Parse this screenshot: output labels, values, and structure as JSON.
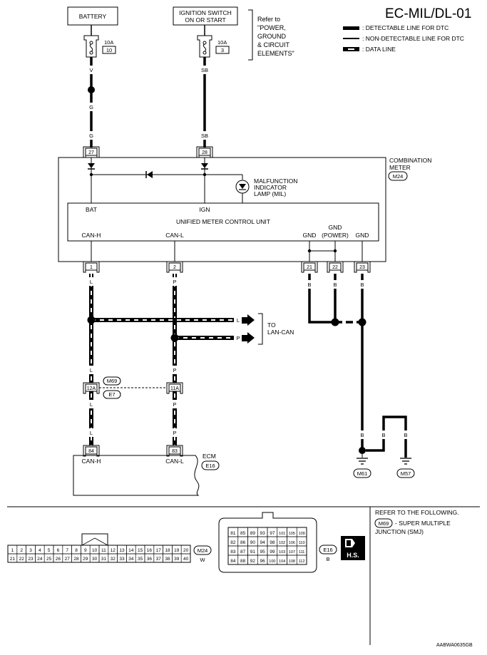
{
  "header": {
    "title": "EC-MIL/DL-01",
    "refer_lines": [
      "Refer to",
      "\"POWER,",
      "GROUND",
      "& CIRCUIT",
      "ELEMENTS\""
    ]
  },
  "legend": {
    "detectable": ": DETECTABLE LINE FOR DTC",
    "non_detectable": ": NON-DETECTABLE LINE FOR DTC",
    "data_line": ": DATA LINE"
  },
  "power": {
    "battery": "BATTERY",
    "ignition_line1": "IGNITION SWITCH",
    "ignition_line2": "ON OR START",
    "fuse1_amp": "10A",
    "fuse1_no": "10",
    "fuse2_amp": "10A",
    "fuse2_no": "3"
  },
  "wires": {
    "v": "V",
    "g1": "G",
    "g2": "G",
    "sb1": "SB",
    "sb2": "SB",
    "l1": "L",
    "l2": "L",
    "l3": "L",
    "l4": "L",
    "l_out": "L",
    "p1": "P",
    "p2": "P",
    "p3": "P",
    "p4": "P",
    "p_out": "P",
    "b1": "B",
    "b2": "B",
    "b3": "B",
    "b4": "B",
    "b5": "B",
    "b6": "B"
  },
  "meter": {
    "label_line1": "COMBINATION",
    "label_line2": "METER",
    "connector": "M24",
    "pin_bat": "27",
    "pin_ign": "28",
    "mil_line1": "MALFUNCTION",
    "mil_line2": "INDICATOR",
    "mil_line3": "LAMP (MIL)",
    "bat": "BAT",
    "ign": "IGN",
    "unit": "UNIFIED METER CONTROL UNIT",
    "can_h": "CAN-H",
    "can_l": "CAN-L",
    "gnd1": "GND",
    "gnd_power_line1": "GND",
    "gnd_power_line2": "(POWER)",
    "gnd2": "GND",
    "pin1": "1",
    "pin2": "2",
    "pin21": "21",
    "pin22": "22",
    "pin23": "23"
  },
  "lan": {
    "to_line1": "TO",
    "to_line2": "LAN-CAN"
  },
  "joint": {
    "m69": "M69",
    "e7": "E7",
    "pin12a": "12A",
    "pin11a": "11A"
  },
  "ecm": {
    "label": "ECM",
    "connector": "E16",
    "pin84": "84",
    "pin83": "83",
    "can_h": "CAN-H",
    "can_l": "CAN-L"
  },
  "grounds": {
    "m61": "M61",
    "m57": "M57"
  },
  "bottom": {
    "m24_conn": "M24",
    "m24_color": "W",
    "e16_conn": "E16",
    "e16_color": "B",
    "hs": "H.S.",
    "refer_title": "REFER TO THE FOLLOWING.",
    "refer_m69": "M69",
    "refer_desc1": "- SUPER MULTIPLE",
    "refer_desc2": "JUNCTION (SMJ)",
    "code": "AABWA0635GB",
    "m24_row1": [
      "1",
      "2",
      "3",
      "4",
      "5",
      "6",
      "7",
      "8",
      "9",
      "10",
      "11",
      "12",
      "13",
      "14",
      "15",
      "16",
      "17",
      "18",
      "19",
      "20"
    ],
    "m24_row2": [
      "21",
      "22",
      "23",
      "24",
      "25",
      "26",
      "27",
      "28",
      "29",
      "30",
      "31",
      "32",
      "33",
      "34",
      "35",
      "36",
      "37",
      "38",
      "39",
      "40"
    ],
    "e16_rows": [
      [
        "81",
        "85",
        "89",
        "93",
        "97",
        "101",
        "105",
        "109"
      ],
      [
        "82",
        "86",
        "90",
        "94",
        "98",
        "102",
        "106",
        "110"
      ],
      [
        "83",
        "87",
        "91",
        "95",
        "99",
        "103",
        "107",
        "111"
      ],
      [
        "84",
        "88",
        "92",
        "96",
        "100",
        "104",
        "108",
        "112"
      ]
    ]
  }
}
